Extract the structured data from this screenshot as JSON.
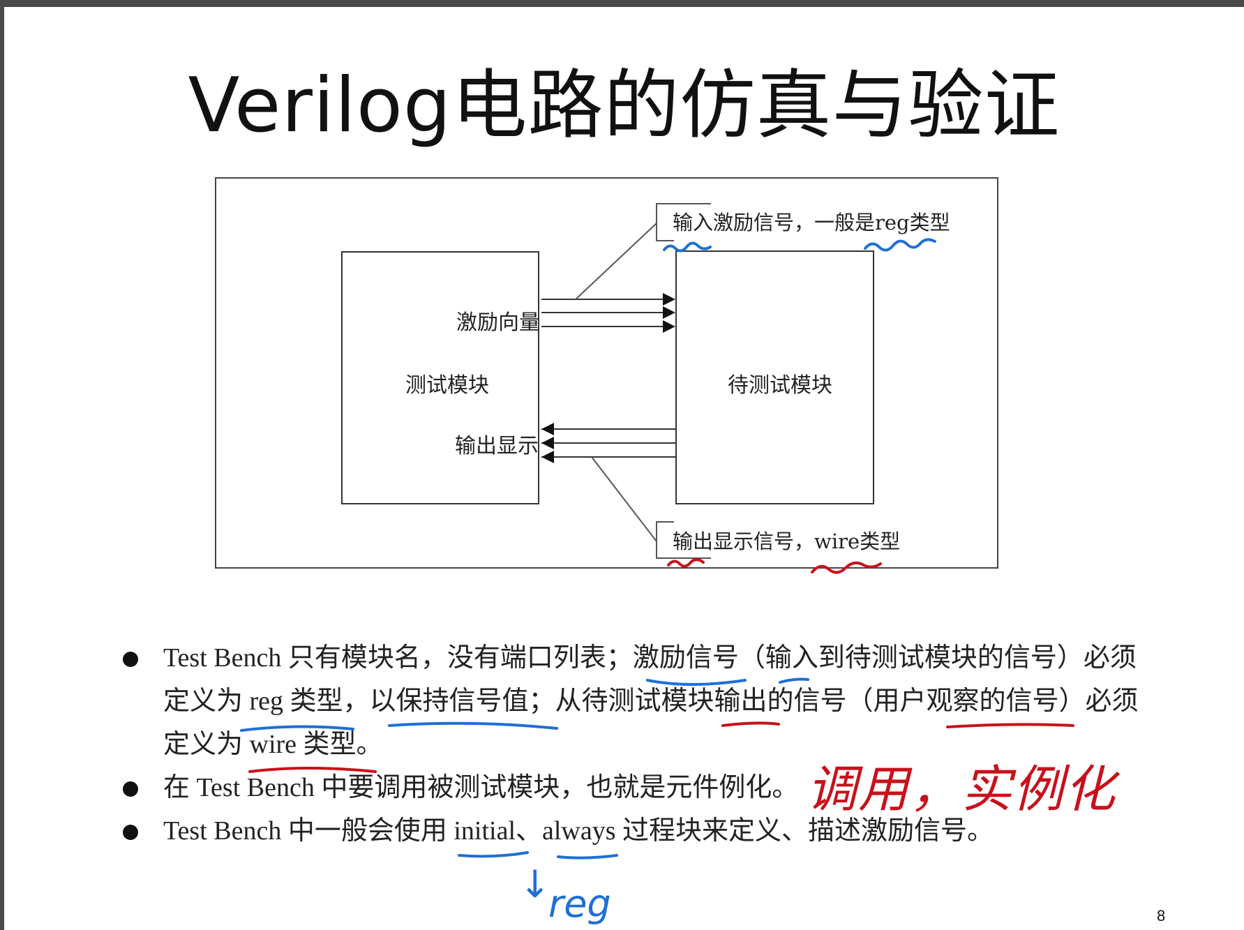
{
  "slide": {
    "title": "Verilog电路的仿真与验证",
    "page_number": "8"
  },
  "diagram": {
    "test_module": "测试模块",
    "stimulus_vector": "激励向量",
    "output_display": "输出显示",
    "dut_module": "待测试模块",
    "input_callout": "输入激励信号，一般是reg类型",
    "output_callout": "输出显示信号，wire类型"
  },
  "bullets": [
    {
      "line1": "Test Bench 只有模块名，没有端口列表；激励信号（输入到待测试模块的信号）必须",
      "line2": "定义为 reg 类型，以保持信号值；从待测试模块输出的信号（用户观察的信号）必须",
      "line3": "定义为 wire 类型。"
    },
    {
      "line1": "在 Test Bench 中要调用被测试模块，也就是元件例化。"
    },
    {
      "line1": "Test Bench 中一般会使用 initial、always 过程块来定义、描述激励信号。"
    }
  ],
  "handwriting": {
    "red_note": "调用，实例化",
    "blue_note": "reg",
    "arrow": "↓"
  },
  "colors": {
    "annotation_red": "#c8111b",
    "annotation_blue": "#1f6fd6"
  }
}
